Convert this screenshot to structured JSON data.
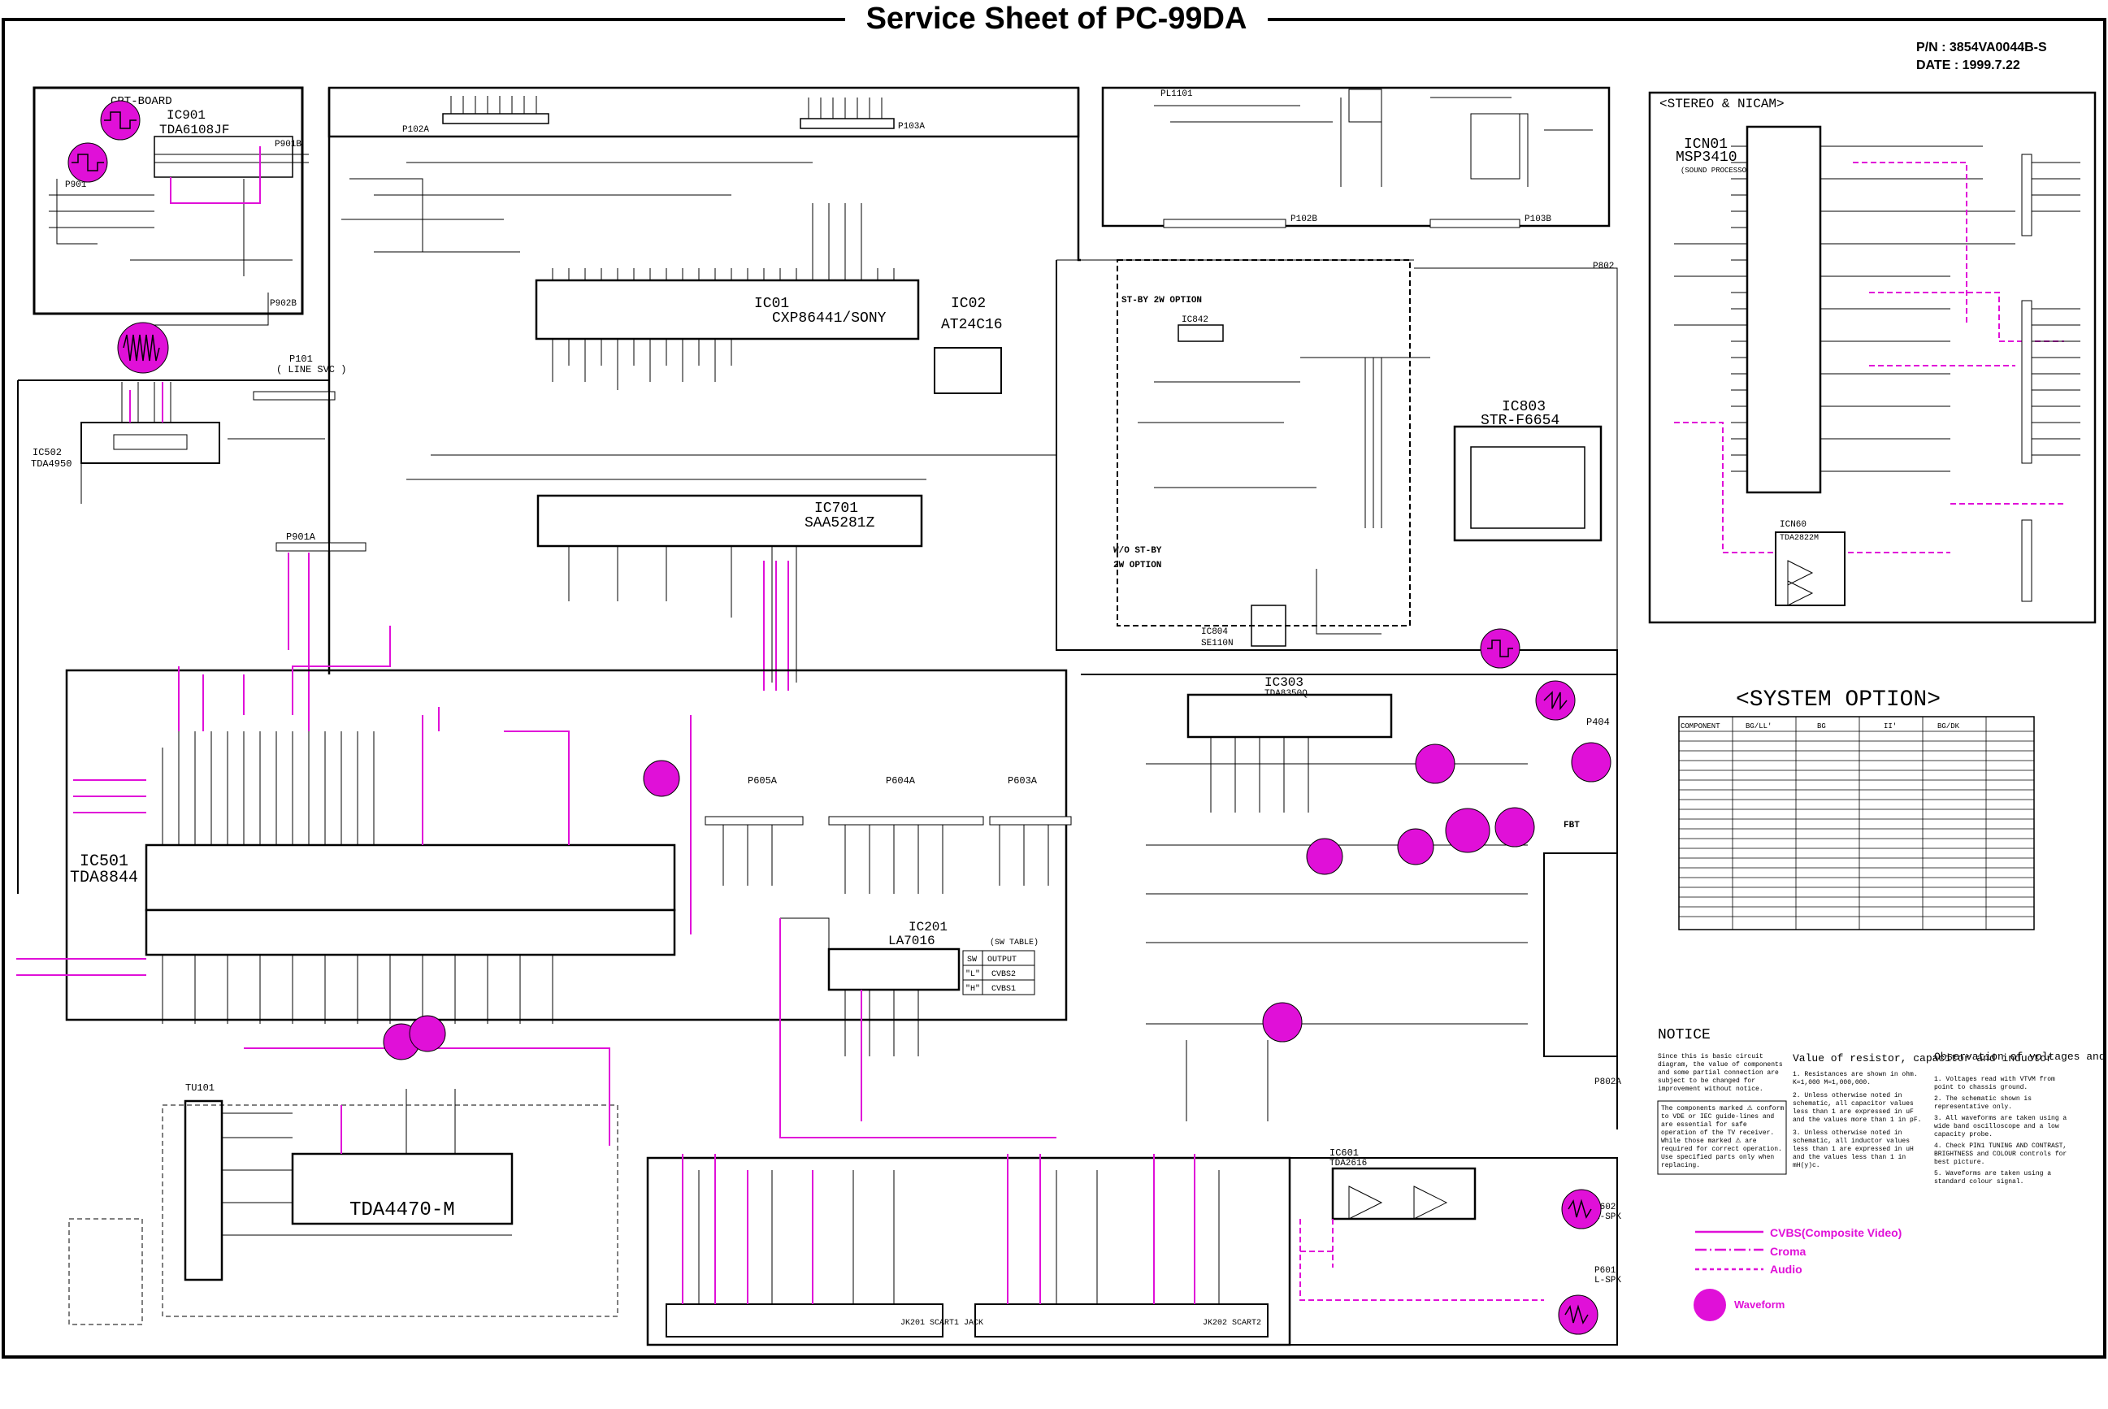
{
  "title": "Service Sheet of PC-99DA",
  "part_number": "P/N : 3854VA0044B-S",
  "date": "DATE : 1999.7.22",
  "boards": {
    "cpt": "CPT-BOARD",
    "ic901": "IC901",
    "ic901_part": "TDA6108JF",
    "p901": "P901",
    "p901b": "P901B",
    "p902b": "P902B",
    "stereo_nicam": "<STEREO & NICAM>",
    "icn01": "ICN01",
    "icn01_part": "MSP3410",
    "icn01_sub": "(SOUND PROCESSOR)",
    "icn60": "ICN60",
    "icn60_part": "TDA2822M"
  },
  "ics": {
    "ic01": "IC01",
    "ic01_part": "CXP86441/SONY",
    "ic02": "IC02",
    "ic02_part": "AT24C16",
    "ic701": "IC701",
    "ic701_part": "SAA5281Z",
    "ic803": "IC803",
    "ic803_part": "STR-F6654",
    "ic502": "IC502",
    "ic502_part": "TDA4950",
    "ic501": "IC501",
    "ic501_part": "TDA8844",
    "ic201": "IC201",
    "ic201_part": "LA7016",
    "ic303": "IC303",
    "ic303_part": "TDA8350Q",
    "ic804": "IC804",
    "ic804_part": "SE110N",
    "ic842": "IC842",
    "ic601": "IC601",
    "ic601_part": "TDA2616",
    "tda4470": "TDA4470-M",
    "tu101": "TU101"
  },
  "connectors": {
    "p101": "P101",
    "p101_sub": "( LINE SVC )",
    "p901a": "P901A",
    "p102a": "P102A",
    "p103a": "P103A",
    "p102b": "P102B",
    "p103b": "P103B",
    "pl1101": "PL1101",
    "p605a": "P605A",
    "p604a": "P604A",
    "p603a": "P603A",
    "p404": "P404",
    "p802": "P802",
    "p602": "P602",
    "p602_sub": "R-SPK",
    "p601": "P601",
    "p601_sub": "L-SPK",
    "p802a": "P802A",
    "scart1": "JK201 SCART1 JACK",
    "scart2": "JK202 SCART2"
  },
  "options": {
    "st_by_2w": "ST-BY 2W OPTION",
    "wo_st_by_1": "W/O ST-BY",
    "wo_st_by_2": "2W OPTION",
    "fbt": "FBT"
  },
  "sw_table": {
    "title": "(SW TABLE)",
    "headers": [
      "SW",
      "OUTPUT"
    ],
    "rows": [
      [
        "\"L\"",
        "CVBS2"
      ],
      [
        "\"H\"",
        "CVBS1"
      ]
    ]
  },
  "system_option": {
    "title": "<SYSTEM OPTION>",
    "headers": [
      "COMPONENT",
      "BG/LL'",
      "BG",
      "II'",
      "BG/DK"
    ]
  },
  "notice": {
    "title": "NOTICE",
    "body": "Since this is basic circuit diagram, the value of components and some partial connection are subject to be changed for improvement without notice.",
    "warning": "The components marked ⚠ conform to VDE or IEC guide-lines and are essential for safe operation of the TV receiver. While those marked ⚠ are required for correct operation. Use specified parts only when replacing."
  },
  "value_notes": {
    "title": "Value of resistor, capacitor and inductor",
    "items": [
      "1. Resistances are shown in ohm. K=1,000  M=1,000,000.",
      "2. Unless otherwise noted in schematic, all capacitor values less than 1 are expressed in uF and the values more than 1 in pF.",
      "3. Unless otherwise noted in schematic, all inductor values less than 1 are expressed in uH and the values less than 1 in mH(y)c."
    ]
  },
  "observation": {
    "title": "Observation of voltages and waveforms",
    "items": [
      "1. Voltages read with VTVM from point to chassis ground.",
      "2. The schematic shown is representative only.",
      "3. All waveforms are taken using a wide band oscilloscope and a low capacity probe.",
      "4. Check PIN1 TUNING AND CONTRAST, BRIGHTNESS and COLOUR controls for best picture.",
      "5. Waveforms are taken using a standard colour signal."
    ]
  },
  "legend": {
    "cvbs": "CVBS(Composite Video)",
    "croma": "Croma",
    "audio": "Audio",
    "waveform": "Waveform"
  },
  "colors": {
    "accent": "#e010d8",
    "wire": "#000000",
    "background": "#ffffff"
  }
}
